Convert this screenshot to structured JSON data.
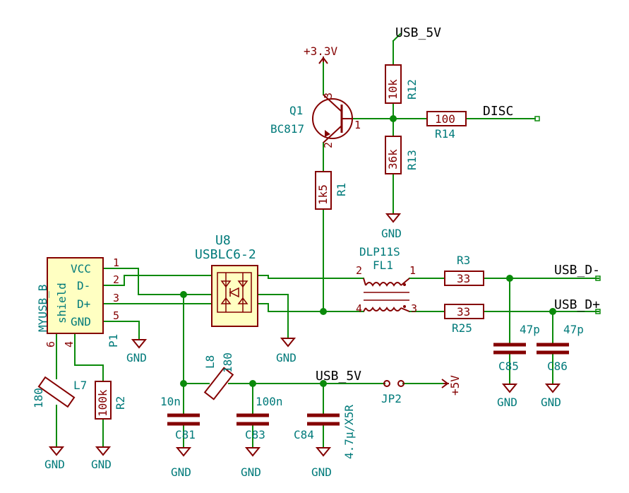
{
  "nets": {
    "usb5v_top": "USB_5V",
    "p3v3": "+3.3V",
    "disc": "DISC",
    "usb_dm": "USB_D-",
    "usb_dp": "USB_D+",
    "usb5v_mid": "USB_5V",
    "p5v": "+5V",
    "gnd": "GND"
  },
  "components": {
    "q1_ref": "Q1",
    "q1_val": "BC817",
    "q1_pin1": "1",
    "q1_pin2": "2",
    "q1_pin3": "3",
    "r12_ref": "R12",
    "r12_val": "10k",
    "r13_ref": "R13",
    "r13_val": "36k",
    "r14_ref": "R14",
    "r14_val": "100",
    "r1_ref": "R1",
    "r1_val": "1k5",
    "u8_ref": "U8",
    "u8_val": "USBLC6-2",
    "fl1_ref": "FL1",
    "fl1_val": "DLP11S",
    "fl1_p1": "1",
    "fl1_p2": "2",
    "fl1_p3": "3",
    "fl1_p4": "4",
    "r3_ref": "R3",
    "r3_val": "33",
    "r25_ref": "R25",
    "r25_val": "33",
    "c85_ref": "C85",
    "c85_val": "47p",
    "c86_ref": "C86",
    "c86_val": "47p",
    "p1_ref": "P1",
    "p1_val": "MYUSB_B",
    "p1_shield": "shield",
    "p1_vcc": "VCC",
    "p1_dm": "D-",
    "p1_dp": "D+",
    "p1_gnd": "GND",
    "p1_n1": "1",
    "p1_n2": "2",
    "p1_n3": "3",
    "p1_n5": "5",
    "p1_n6": "6",
    "p1_n4": "4",
    "l7_ref": "L7",
    "l7_val": "180",
    "r2_ref": "R2",
    "r2_val": "100k",
    "l8_ref": "L8",
    "l8_val": "180",
    "c81_ref": "C81",
    "c81_val": "10n",
    "c83_ref": "C83",
    "c83_val": "100n",
    "c84_ref": "C84",
    "c84_val": "4.7µ/X5R",
    "jp2_ref": "JP2"
  }
}
